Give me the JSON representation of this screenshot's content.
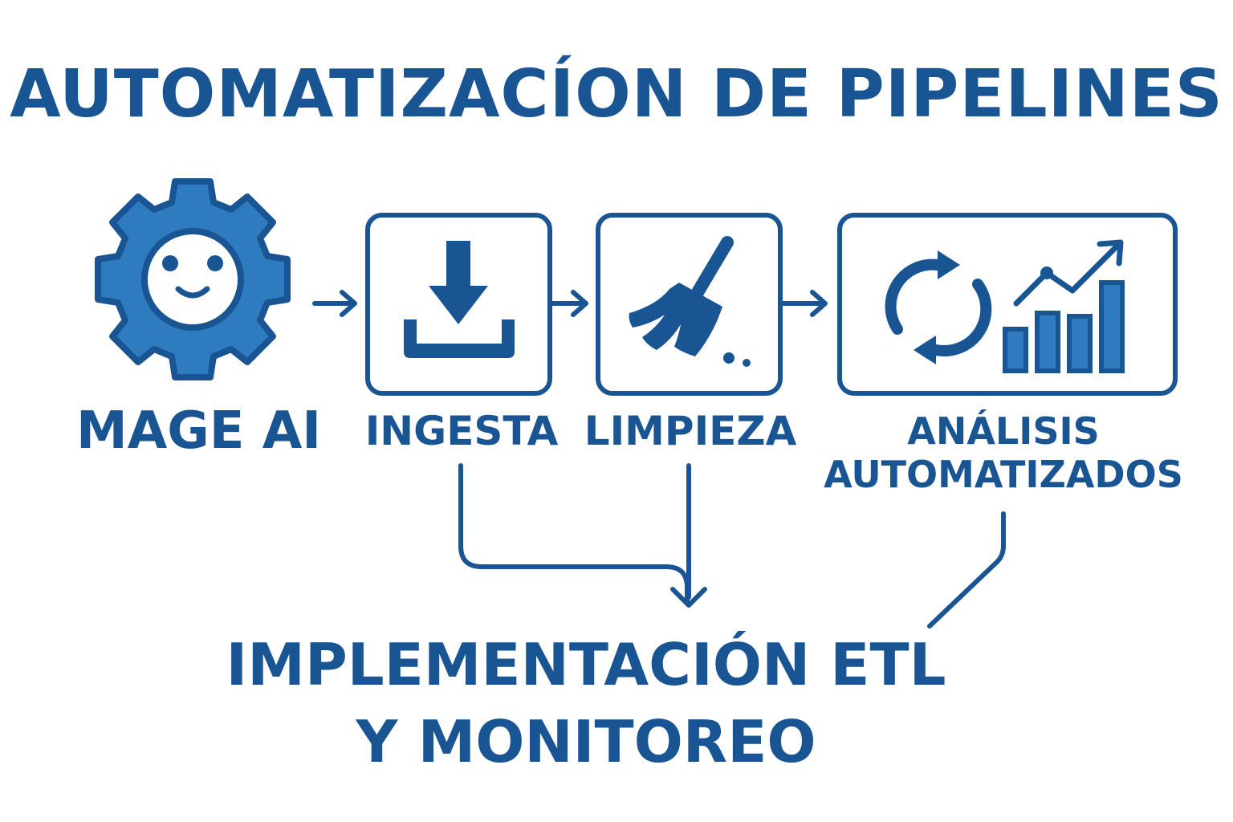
{
  "title": "AUTOMATIZACÍON DE PIPELINES",
  "nodes": {
    "mage": {
      "label": "MAGE AI",
      "icon": "smiling-gear-icon"
    },
    "ingesta": {
      "label": "INGESTA",
      "icon": "download-tray-icon"
    },
    "limpieza": {
      "label": "LIMPIEZA",
      "icon": "broom-icon"
    },
    "analisis": {
      "label_line1": "ANÁLISIS",
      "label_line2": "AUTOMATIZADOS",
      "icons": [
        "refresh-cycle-icon",
        "bar-chart-trend-icon"
      ]
    }
  },
  "bottom": {
    "line1": "IMPLEMENTACIÓN ETL",
    "line2": "Y MONITOREO"
  },
  "colors": {
    "primary": "#1a5593",
    "gear_fill": "#2f7bbf",
    "bar_fill": "#2f7bbf"
  }
}
